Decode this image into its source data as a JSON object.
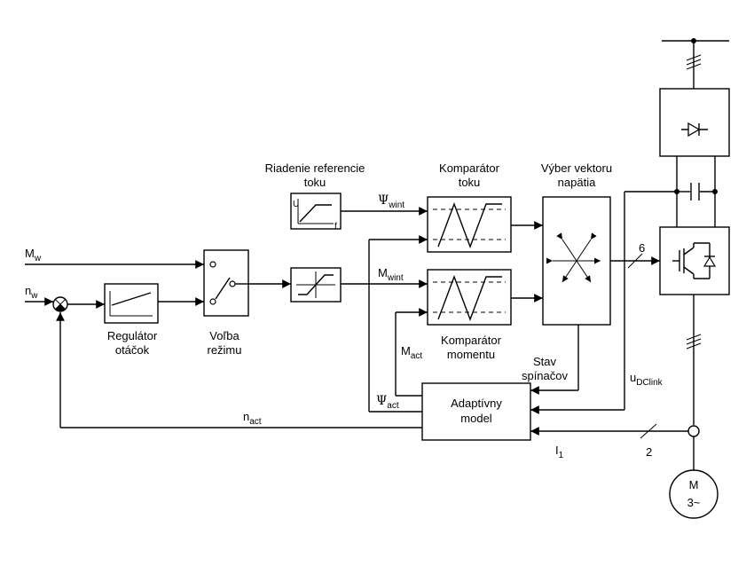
{
  "labels": {
    "flux_ref": [
      "Riadenie referencie",
      "toku"
    ],
    "flux_comp": [
      "Komparátor",
      "toku"
    ],
    "vector_sel": [
      "Výber vektoru",
      "napätia"
    ],
    "speed_reg": [
      "Regulátor",
      "otáčok"
    ],
    "mode_sel": [
      "Voľba",
      "režimu"
    ],
    "torque_comp": [
      "Komparátor",
      "momentu"
    ],
    "switch_state": [
      "Stav",
      "spínačov"
    ],
    "adaptive_model": [
      "Adaptívny",
      "model"
    ],
    "motor": [
      "M",
      "3~"
    ]
  },
  "signals": {
    "m_w": {
      "main": "M",
      "sub": "w"
    },
    "n_w": {
      "main": "n",
      "sub": "w"
    },
    "psi_wint": {
      "main": "Ψ",
      "sub": "wint"
    },
    "m_wint": {
      "main": "M",
      "sub": "wint"
    },
    "m_act": {
      "main": "M",
      "sub": "act"
    },
    "psi_act": {
      "main": "Ψ",
      "sub": "act"
    },
    "n_act": {
      "main": "n",
      "sub": "act"
    },
    "u_dclink": {
      "main": "u",
      "sub": "DClink"
    },
    "i_1": {
      "main": "I",
      "sub": "1"
    }
  },
  "bus_counts": {
    "pwm": "6",
    "current": "2"
  },
  "ramp_axes": {
    "u": "U",
    "f": "f"
  }
}
